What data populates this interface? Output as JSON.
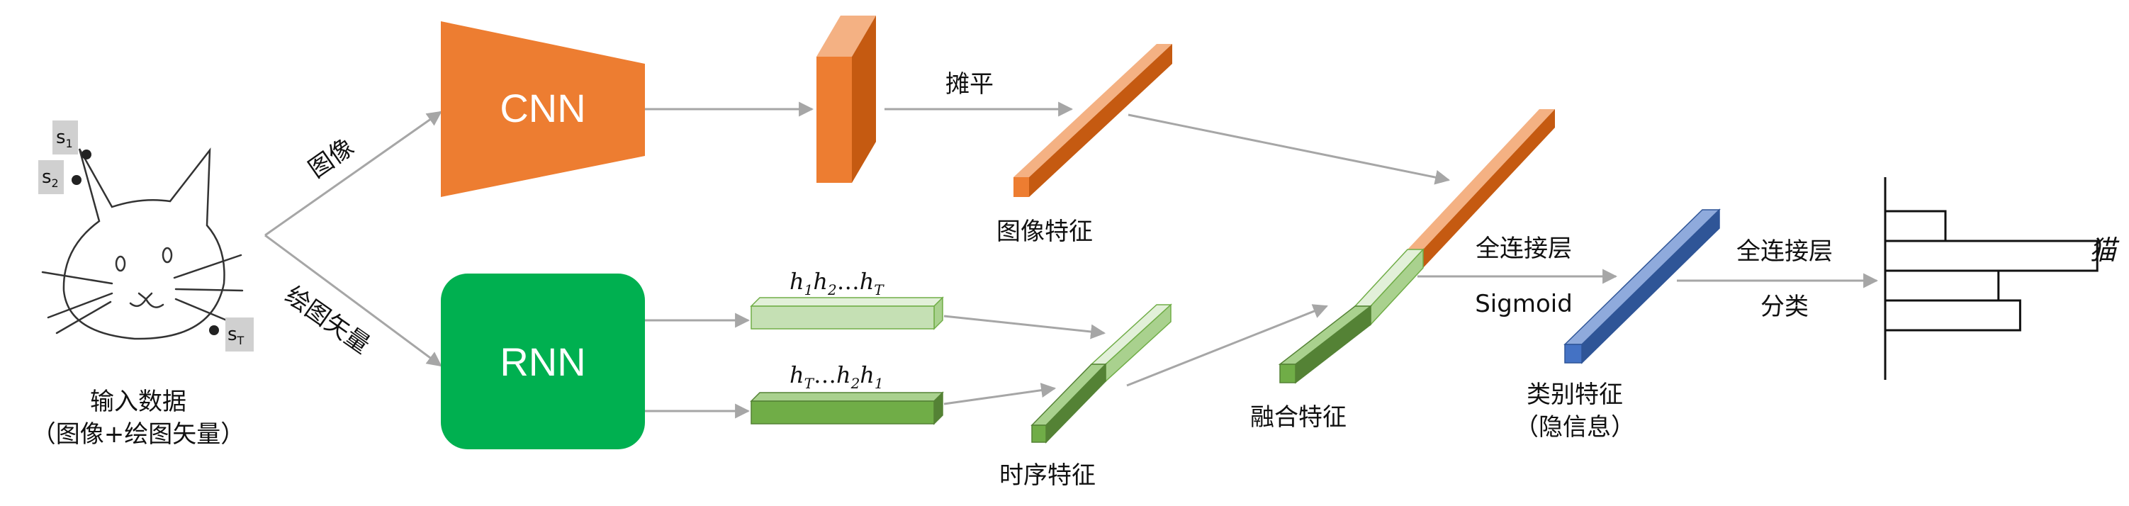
{
  "input": {
    "label_line1": "输入数据",
    "label_line2": "（图像+绘图矢量）",
    "stroke_points": [
      {
        "name": "s",
        "sub": "1"
      },
      {
        "name": "s",
        "sub": "2"
      },
      {
        "name": "s",
        "sub": "T"
      }
    ]
  },
  "branches": {
    "image_label": "图像",
    "vector_label": "绘图矢量"
  },
  "cnn": {
    "label": "CNN",
    "color": "#ED7D31"
  },
  "rnn": {
    "label": "RNN",
    "color": "#00B050"
  },
  "flatten_label": "摊平",
  "image_feature_label": "图像特征",
  "hidden_forward": [
    "h",
    "1",
    "h",
    "2",
    "…",
    "h",
    "T"
  ],
  "hidden_backward": [
    "h",
    "T",
    "…",
    "h",
    "2",
    "h",
    "1"
  ],
  "temporal_feature_label": "时序特征",
  "fusion_feature_label": "融合特征",
  "fc1": {
    "label": "全连接层",
    "activation": "Sigmoid"
  },
  "class_feature": {
    "label_line1": "类别特征",
    "label_line2": "（隐信息）",
    "color": "#4472C4"
  },
  "fc2": {
    "label": "全连接层",
    "task": "分类"
  },
  "output_class": "猫",
  "output_bar_values": [
    0.25,
    0.88,
    0.47,
    0.56
  ]
}
